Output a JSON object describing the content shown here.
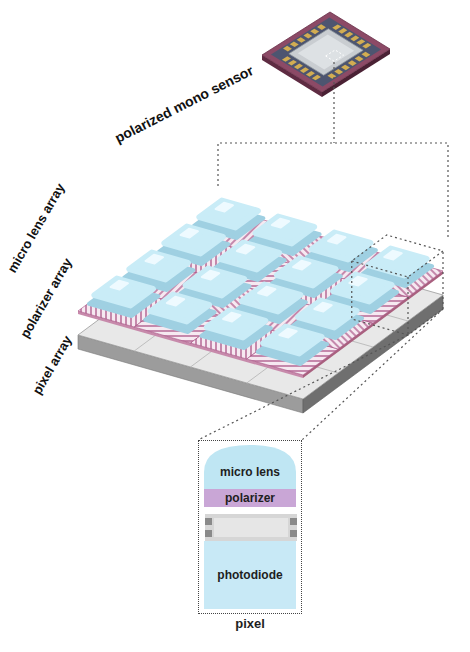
{
  "diagram": {
    "nodes": [
      {
        "text": [
          "pixel"
        ]
      },
      {
        "text": [
          "micro lens"
        ],
        "in": 0
      },
      {
        "text": [
          "polarizer"
        ],
        "in": 0
      },
      {
        "text": [
          "photodiode"
        ],
        "in": 0
      }
    ],
    "labels": [
      "polarized mono sensor",
      "micro lens array",
      "polarizer array",
      "pixel array"
    ]
  }
}
